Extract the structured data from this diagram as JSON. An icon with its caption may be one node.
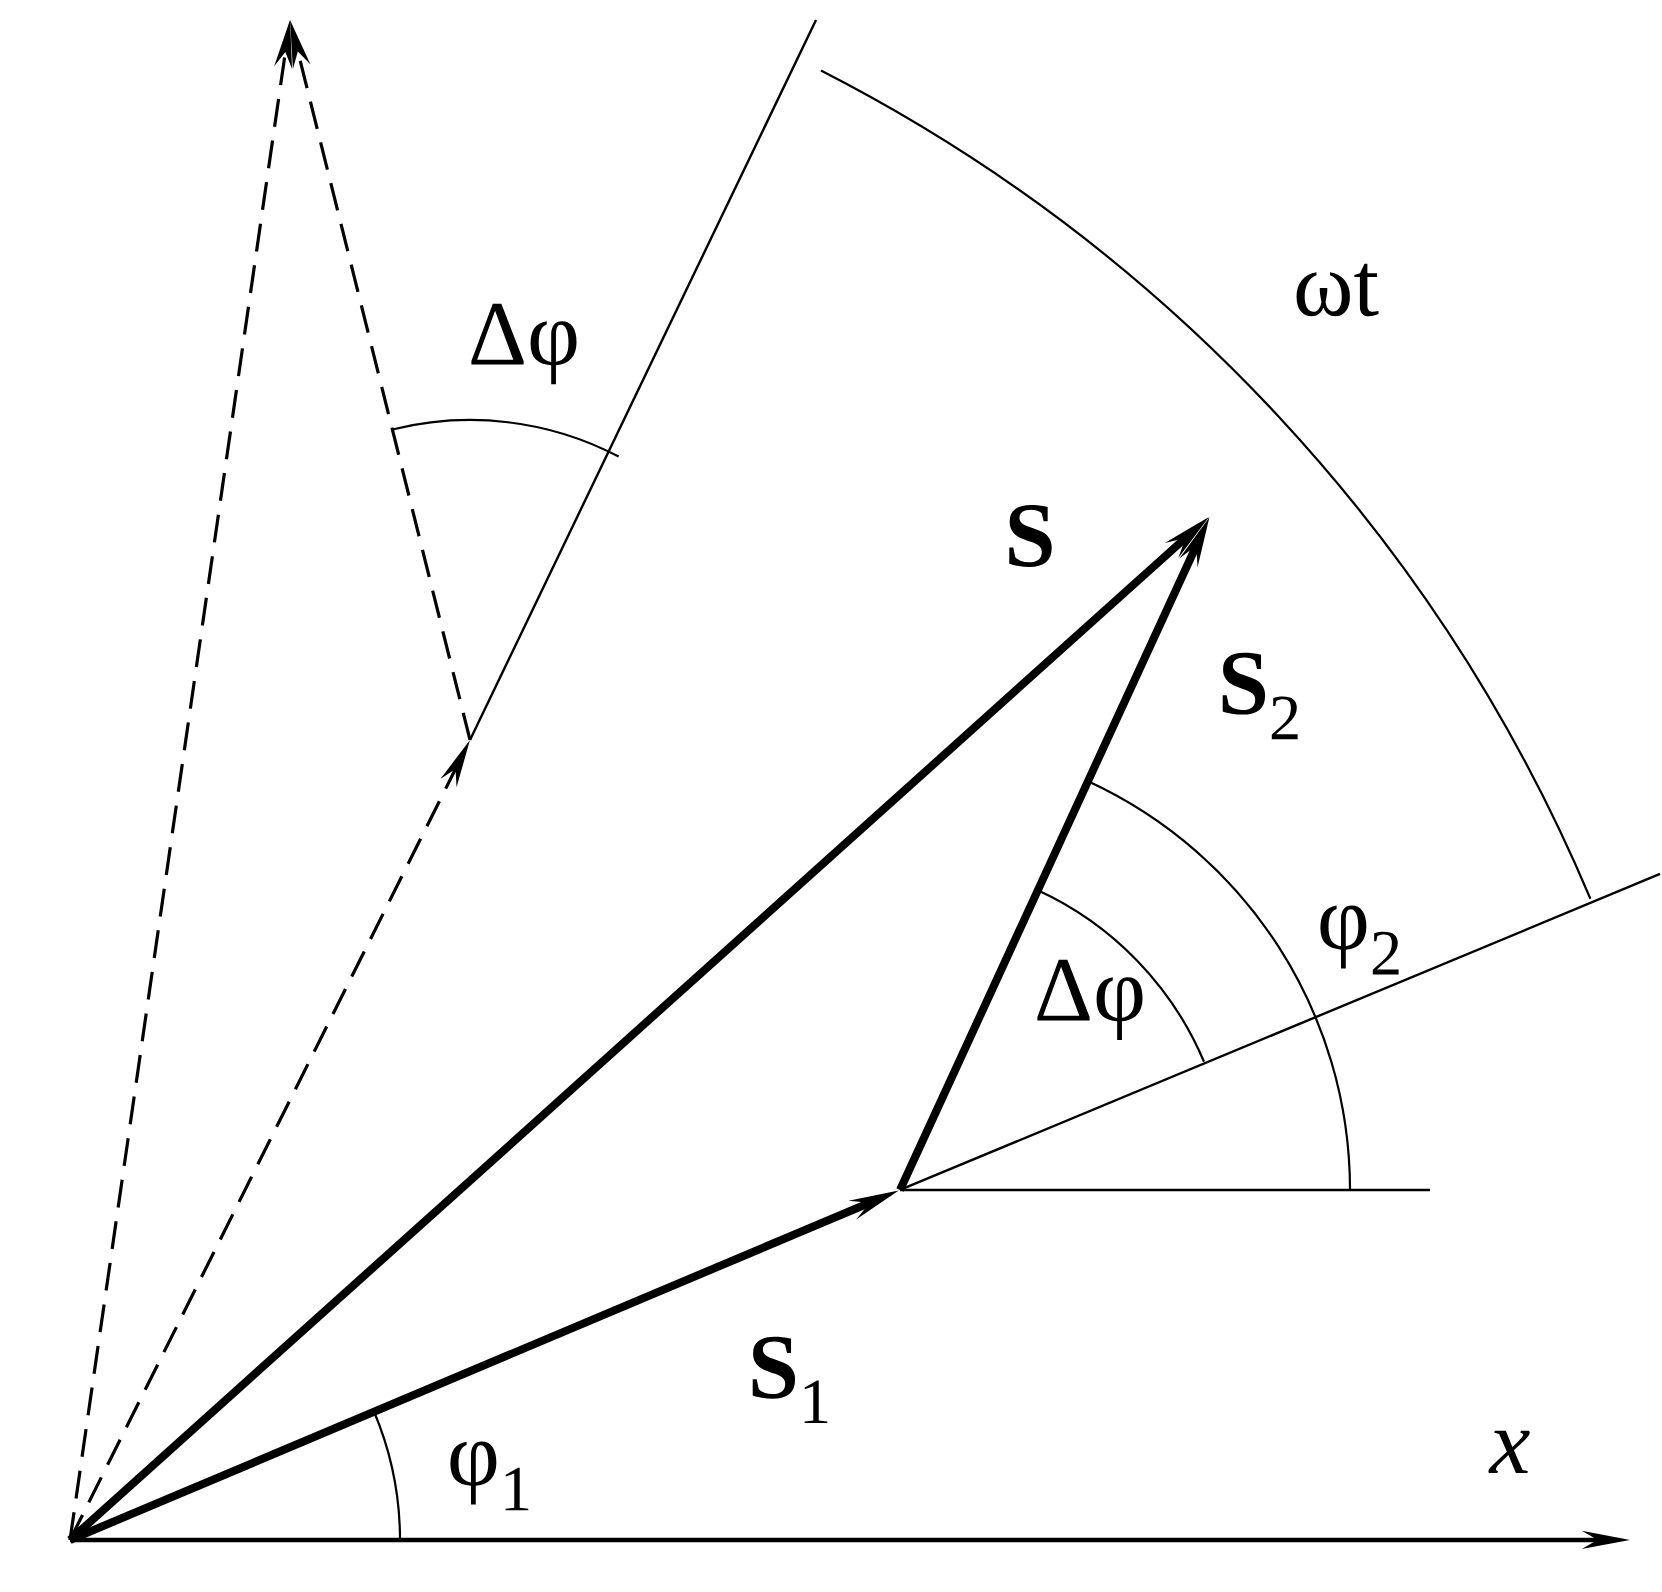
{
  "diagram": {
    "labels": [
      "ωt",
      "Δφ",
      "S",
      "**S**$_{2}$",
      "φ$_{2}$",
      "Δφ",
      "**S**$_{1}$",
      "φ$_{1}$",
      "x"
    ]
  }
}
